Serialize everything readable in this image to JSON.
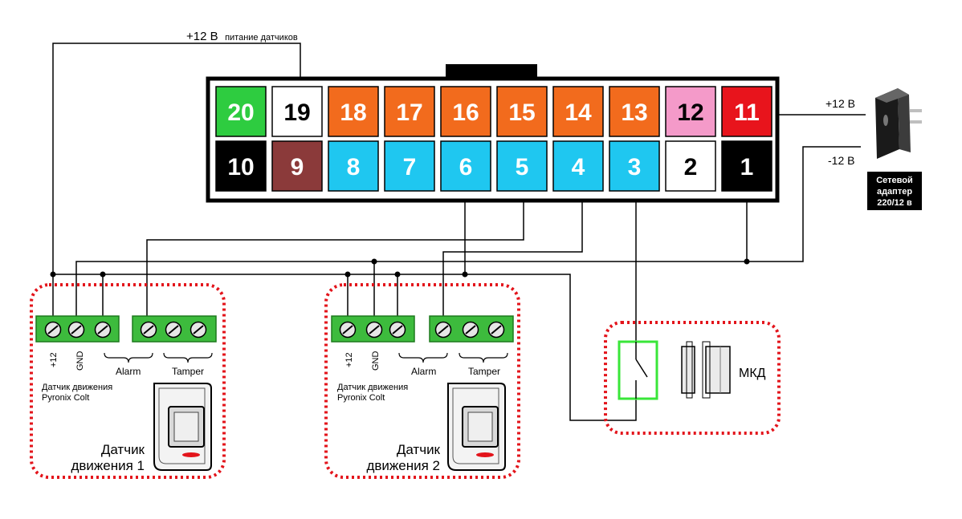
{
  "supply_label_top": "+12 В",
  "supply_label_top_suffix": "питание датчиков",
  "connector": {
    "top_row": [
      {
        "num": "20",
        "color": "#2ecc40",
        "text": "#ffffff"
      },
      {
        "num": "19",
        "color": "#ffffff",
        "text": "#000000"
      },
      {
        "num": "18",
        "color": "#f26b1d",
        "text": "#ffffff"
      },
      {
        "num": "17",
        "color": "#f26b1d",
        "text": "#ffffff"
      },
      {
        "num": "16",
        "color": "#f26b1d",
        "text": "#ffffff"
      },
      {
        "num": "15",
        "color": "#f26b1d",
        "text": "#ffffff"
      },
      {
        "num": "14",
        "color": "#f26b1d",
        "text": "#ffffff"
      },
      {
        "num": "13",
        "color": "#f26b1d",
        "text": "#ffffff"
      },
      {
        "num": "12",
        "color": "#f49ac9",
        "text": "#000000"
      },
      {
        "num": "11",
        "color": "#e8141c",
        "text": "#ffffff"
      }
    ],
    "bottom_row": [
      {
        "num": "10",
        "color": "#000000",
        "text": "#ffffff"
      },
      {
        "num": "9",
        "color": "#8b3a3a",
        "text": "#ffffff"
      },
      {
        "num": "8",
        "color": "#1fc7f0",
        "text": "#ffffff"
      },
      {
        "num": "7",
        "color": "#1fc7f0",
        "text": "#ffffff"
      },
      {
        "num": "6",
        "color": "#1fc7f0",
        "text": "#ffffff"
      },
      {
        "num": "5",
        "color": "#1fc7f0",
        "text": "#ffffff"
      },
      {
        "num": "4",
        "color": "#1fc7f0",
        "text": "#ffffff"
      },
      {
        "num": "3",
        "color": "#1fc7f0",
        "text": "#ffffff"
      },
      {
        "num": "2",
        "color": "#ffffff",
        "text": "#000000"
      },
      {
        "num": "1",
        "color": "#000000",
        "text": "#ffffff"
      }
    ]
  },
  "adapter": {
    "plus_label": "+12 В",
    "minus_label": "-12 В",
    "caption_lines": [
      "Сетевой",
      "адаптер",
      "220/12 в"
    ]
  },
  "sensors": [
    {
      "terminals_left": [
        "+12",
        "GND"
      ],
      "alarm_label": "Alarm",
      "tamper_label": "Tamper",
      "model_lines": [
        "Датчик движения",
        "Pyronix Colt"
      ],
      "title_lines": [
        "Датчик",
        "движения 1"
      ]
    },
    {
      "terminals_left": [
        "+12",
        "GND"
      ],
      "alarm_label": "Alarm",
      "tamper_label": "Tamper",
      "model_lines": [
        "Датчик движения",
        "Pyronix Colt"
      ],
      "title_lines": [
        "Датчик",
        "движения 2"
      ]
    }
  ],
  "door_contact": {
    "label": "МКД"
  },
  "colors": {
    "dotted_border": "#e3141b",
    "terminal_green": "#3dbb3d",
    "switch_green": "#39e639",
    "wire": "#000000"
  }
}
